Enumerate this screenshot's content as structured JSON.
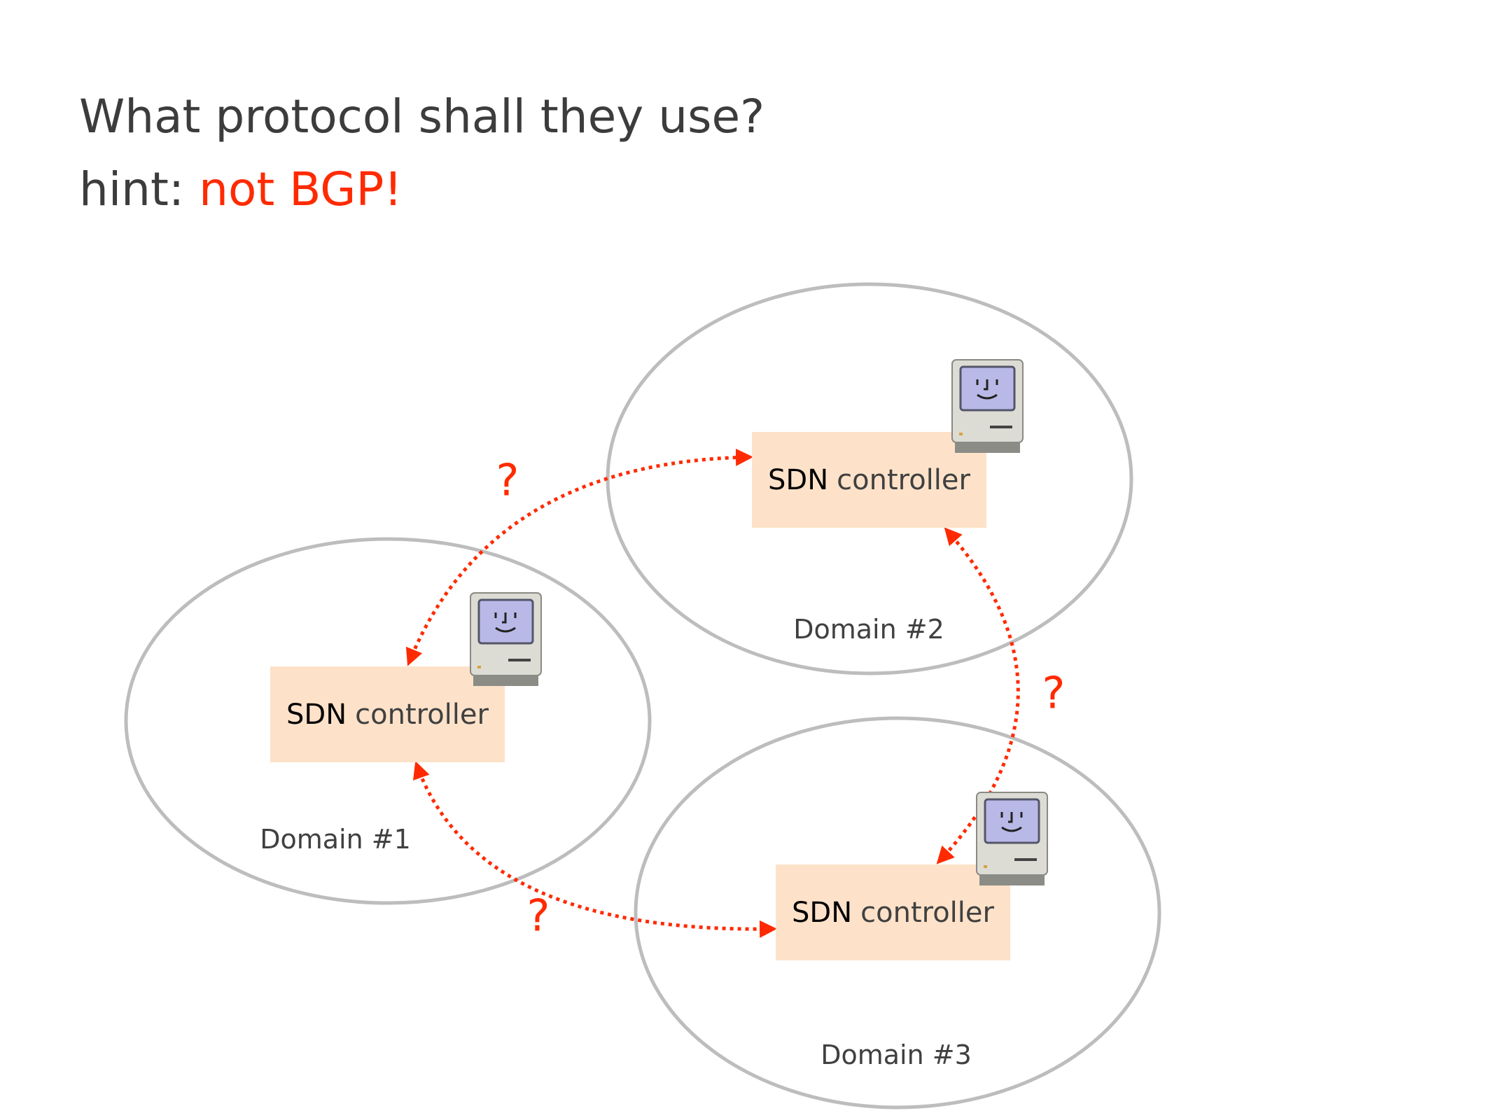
{
  "title": {
    "line1": "What protocol shall they use?",
    "hint_prefix": "hint:",
    "hint_highlight": "not BGP!"
  },
  "colors": {
    "accent": "#ff2a00",
    "box": "#fde2c9",
    "ellipse": "#bdbdbd"
  },
  "domains": [
    {
      "label": "Domain #1",
      "controller": {
        "bold": "SDN",
        "rest": "controller"
      }
    },
    {
      "label": "Domain #2",
      "controller": {
        "bold": "SDN",
        "rest": "controller"
      }
    },
    {
      "label": "Domain #3",
      "controller": {
        "bold": "SDN",
        "rest": "controller"
      }
    }
  ],
  "links": [
    {
      "label": "?"
    },
    {
      "label": "?"
    },
    {
      "label": "?"
    }
  ],
  "icons": [
    "classic-mac-computer-icon"
  ]
}
